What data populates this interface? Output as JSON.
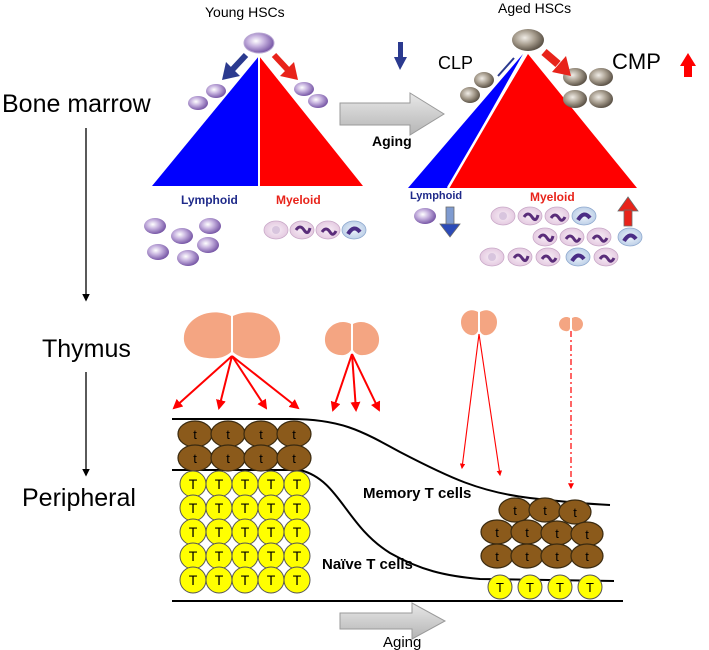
{
  "labels": {
    "young_hscs": "Young HSCs",
    "aged_hscs": "Aged HSCs",
    "bone_marrow": "Bone marrow",
    "thymus": "Thymus",
    "peripheral": "Peripheral",
    "clp": "CLP",
    "cmp": "CMP",
    "aging_top": "Aging",
    "aging_bottom": "Aging",
    "lymphoid_young": "Lymphoid",
    "myeloid_young": "Myeloid",
    "lymphoid_aged": "Lymphoid",
    "myeloid_aged": "Myeloid",
    "memory_t_cells": "Memory T cells",
    "naive_t_cells": "Naïve T cells",
    "memory_cell_letter": "t",
    "naive_cell_letter": "T"
  },
  "colors": {
    "lymphoid": "#0000ff",
    "myeloid": "#ff0000",
    "thymus": "#f4a582",
    "memory_cell": "#8b5a1b",
    "naive_cell": "#ffff00",
    "arrow_gray": "#bfbfbf",
    "dark_blue": "#1f2a8a",
    "dark_red": "#cc0000"
  }
}
